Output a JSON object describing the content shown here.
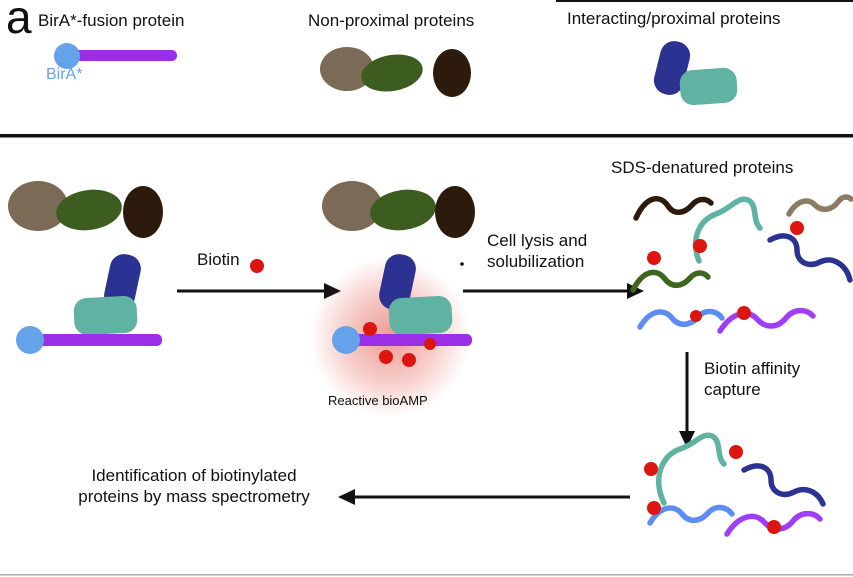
{
  "panel_label": "a",
  "colors": {
    "bira_blue": "#64a2ea",
    "rod_purple": "#9b2fe8",
    "blob_taupe": "#7b6a55",
    "blob_green": "#3d5c20",
    "blob_brown": "#2c1b0c",
    "protein_navy": "#2b3291",
    "protein_teal": "#60b2a2",
    "biotin_red": "#dd1510",
    "squiggle_tan": "#8d7c64",
    "squiggle_green": "#3f661f",
    "squiggle_lightblue": "#5d8df0",
    "squiggle_purple": "#9f3ef5",
    "line_black": "#111111"
  },
  "legend": {
    "bira_fusion_label": "BirA*-fusion protein",
    "bira_tag": "BirA*",
    "nonproximal_label": "Non-proximal proteins",
    "interacting_label": "Interacting/proximal proteins"
  },
  "workflow": {
    "biotin_label": "Biotin",
    "reactive_bioamp_label": "Reactive bioAMP",
    "cell_lysis_line1": "Cell lysis and",
    "cell_lysis_line2": "solubilization",
    "sds_label": "SDS-denatured proteins",
    "affinity_line1": "Biotin affinity",
    "affinity_line2": "capture",
    "identification_line1": "Identification of biotinylated",
    "identification_line2": "proteins by mass spectrometry"
  }
}
